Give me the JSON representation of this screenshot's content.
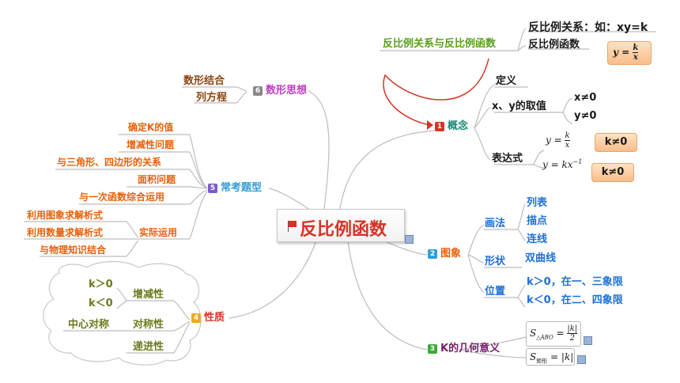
{
  "central": "反比例函数",
  "branches": {
    "b1": {
      "num": "1",
      "title": "概念",
      "color": "#d63324",
      "definition": "定义",
      "xy_range": "x、y的取值",
      "x_cond": "x≠0",
      "y_cond": "y≠0",
      "expression": "表达式",
      "k_cond_1": "k≠0",
      "k_cond_2": "k≠0"
    },
    "b2": {
      "num": "2",
      "title": "图象",
      "color": "#2f9fd6",
      "drawing": "画法",
      "steps": [
        "列表",
        "描点",
        "连线"
      ],
      "shape": "形状",
      "shape_value": "双曲线",
      "position": "位置",
      "positions": [
        "k＞0，在一、三象限",
        "k＜0，在二、四象限"
      ]
    },
    "b3": {
      "num": "3",
      "title": "K的几何意义",
      "color": "#3aaa35"
    },
    "b4": {
      "num": "4",
      "title": "性质",
      "color": "#f5a623",
      "monotonic": "增减性",
      "k_pos": "k＞0",
      "k_neg": "k＜0",
      "symmetry": "对称性",
      "center_sym": "中心对称",
      "asymptote": "递进性"
    },
    "b5": {
      "num": "5",
      "title": "常考题型",
      "color": "#7a5cc8",
      "items": [
        "确定K的值",
        "增减性问题",
        "与三角形、四边形的关系",
        "面积问题",
        "与一次函数综合运用"
      ],
      "practical": "实际运用",
      "practical_items": [
        "利用图象求解析式",
        "利用数量求解析式",
        "与物理知识结合"
      ]
    },
    "b6": {
      "num": "6",
      "title": "数形思想",
      "color": "#888888",
      "items": [
        "数形结合",
        "列方程"
      ]
    },
    "top": {
      "title": "反比例关系与反比例函数",
      "relation": "反比例关系：如：xy=k",
      "function": "反比例函数"
    }
  }
}
